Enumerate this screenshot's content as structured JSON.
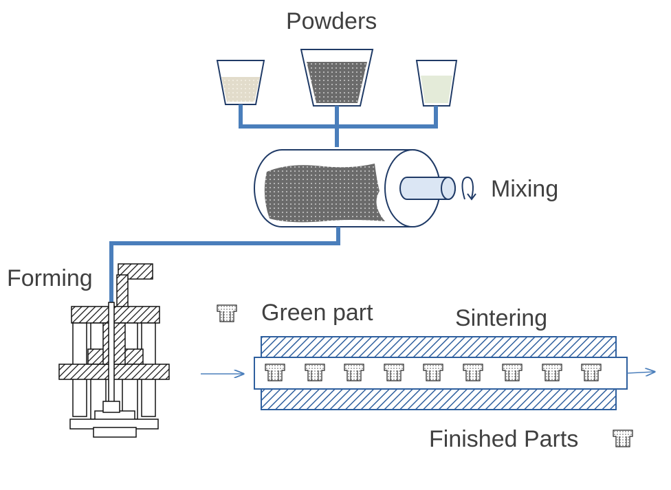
{
  "labels": {
    "powders": "Powders",
    "mixing": "Mixing",
    "forming": "Forming",
    "green_part": "Green part",
    "sintering": "Sintering",
    "finished_parts": "Finished Parts"
  },
  "colors": {
    "pipe": "#4a7ebb",
    "outline": "#1f3a66",
    "powder_light": "#e2dccb",
    "powder_dark": "#6b6b6b",
    "powder_green": "#e4ebd9",
    "mixer_shaft": "#dbe6f4",
    "furnace_hatch": "#2e5f9e",
    "text": "#404040"
  },
  "furnace_parts_count": 9
}
